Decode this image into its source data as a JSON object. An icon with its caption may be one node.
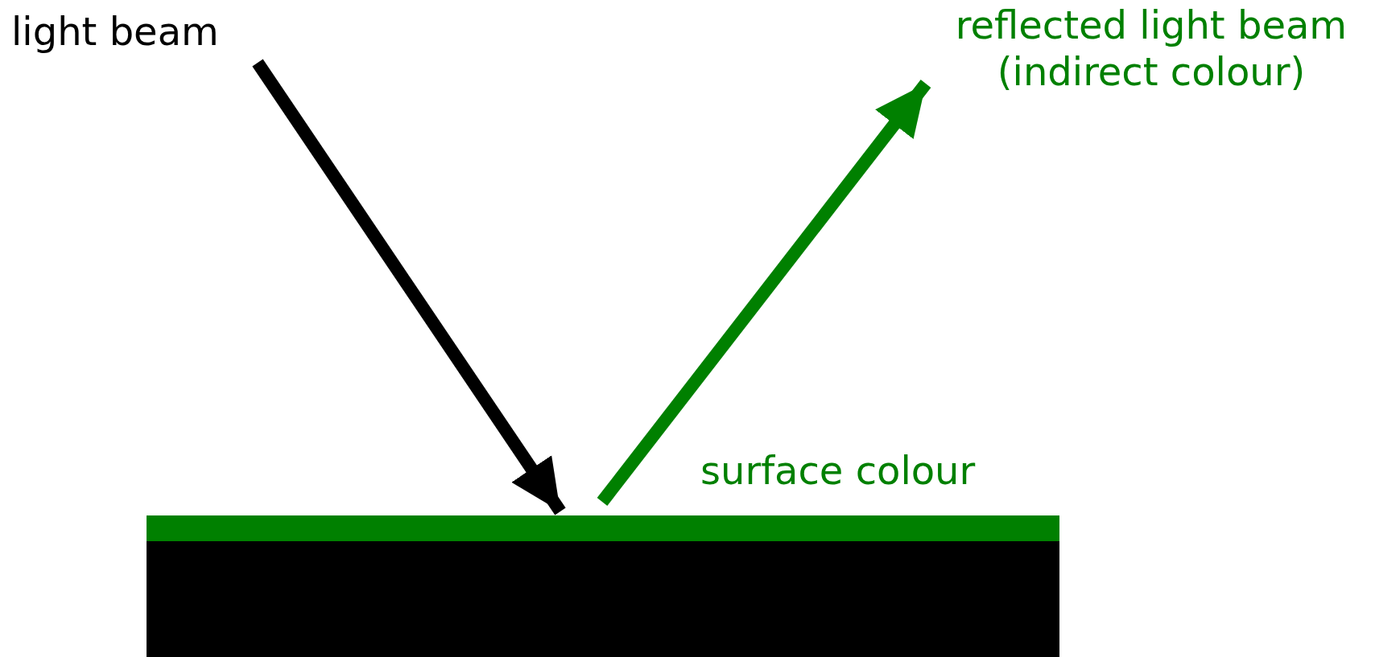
{
  "diagram": {
    "nodes": [
      {
        "text": [
          "light beam"
        ]
      },
      {
        "text": [
          "reflected light beam (indirect colour)"
        ]
      },
      {
        "text": [],
        "shape": "bar",
        "beside": [
          "surface colour"
        ]
      }
    ],
    "edges": [
      {
        "from": 0,
        "to": 2,
        "arrow": "to"
      },
      {
        "from": 2,
        "to": 1,
        "arrow": "to",
        "color": "#008000"
      }
    ]
  }
}
